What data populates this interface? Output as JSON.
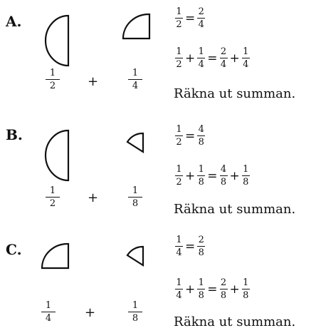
{
  "instruction": "Räkna ut summan.",
  "sections": {
    "a": {
      "letter": "A.",
      "shapes": [
        "half-circle",
        "quarter-circle"
      ],
      "left_frac": {
        "num": "1",
        "den": "2"
      },
      "right_frac": {
        "num": "1",
        "den": "4"
      },
      "plus": "+",
      "equiv": {
        "a_num": "1",
        "a_den": "2",
        "eq": "=",
        "b_num": "2",
        "b_den": "4"
      },
      "sum": {
        "f1_num": "1",
        "f1_den": "2",
        "plus1": "+",
        "f2_num": "1",
        "f2_den": "4",
        "eq": "=",
        "f3_num": "2",
        "f3_den": "4",
        "plus2": "+",
        "f4_num": "1",
        "f4_den": "4"
      }
    },
    "b": {
      "letter": "B.",
      "shapes": [
        "half-circle",
        "eighth-circle"
      ],
      "left_frac": {
        "num": "1",
        "den": "2"
      },
      "right_frac": {
        "num": "1",
        "den": "8"
      },
      "plus": "+",
      "equiv": {
        "a_num": "1",
        "a_den": "2",
        "eq": "=",
        "b_num": "4",
        "b_den": "8"
      },
      "sum": {
        "f1_num": "1",
        "f1_den": "2",
        "plus1": "+",
        "f2_num": "1",
        "f2_den": "8",
        "eq": "=",
        "f3_num": "4",
        "f3_den": "8",
        "plus2": "+",
        "f4_num": "1",
        "f4_den": "8"
      }
    },
    "c": {
      "letter": "C.",
      "shapes": [
        "quarter-circle",
        "eighth-circle"
      ],
      "left_frac": {
        "num": "1",
        "den": "4"
      },
      "right_frac": {
        "num": "1",
        "den": "8"
      },
      "plus": "+",
      "equiv": {
        "a_num": "1",
        "a_den": "4",
        "eq": "=",
        "b_num": "2",
        "b_den": "8"
      },
      "sum": {
        "f1_num": "1",
        "f1_den": "4",
        "plus1": "+",
        "f2_num": "1",
        "f2_den": "8",
        "eq": "=",
        "f3_num": "2",
        "f3_den": "8",
        "plus2": "+",
        "f4_num": "1",
        "f4_den": "8"
      }
    }
  }
}
